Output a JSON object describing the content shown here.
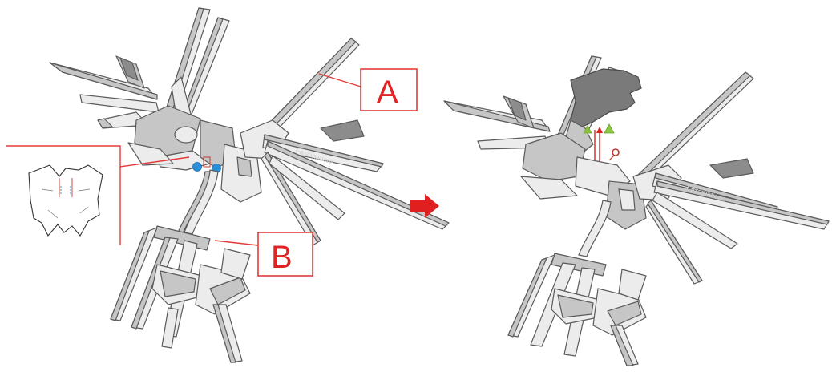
{
  "callouts": {
    "a": {
      "label": "A"
    },
    "b": {
      "label": "B"
    }
  },
  "watermarks": {
    "left": "Fascinations",
    "right": "Fascinations"
  },
  "colors": {
    "callout": "#e53a3a",
    "arrow": "#e02020",
    "connector_dot": "#2a8fd8",
    "triangle": "#8dc63f",
    "part_light": "#ececec",
    "part_mid": "#c6c6c6",
    "part_dark": "#8c8c8c"
  }
}
